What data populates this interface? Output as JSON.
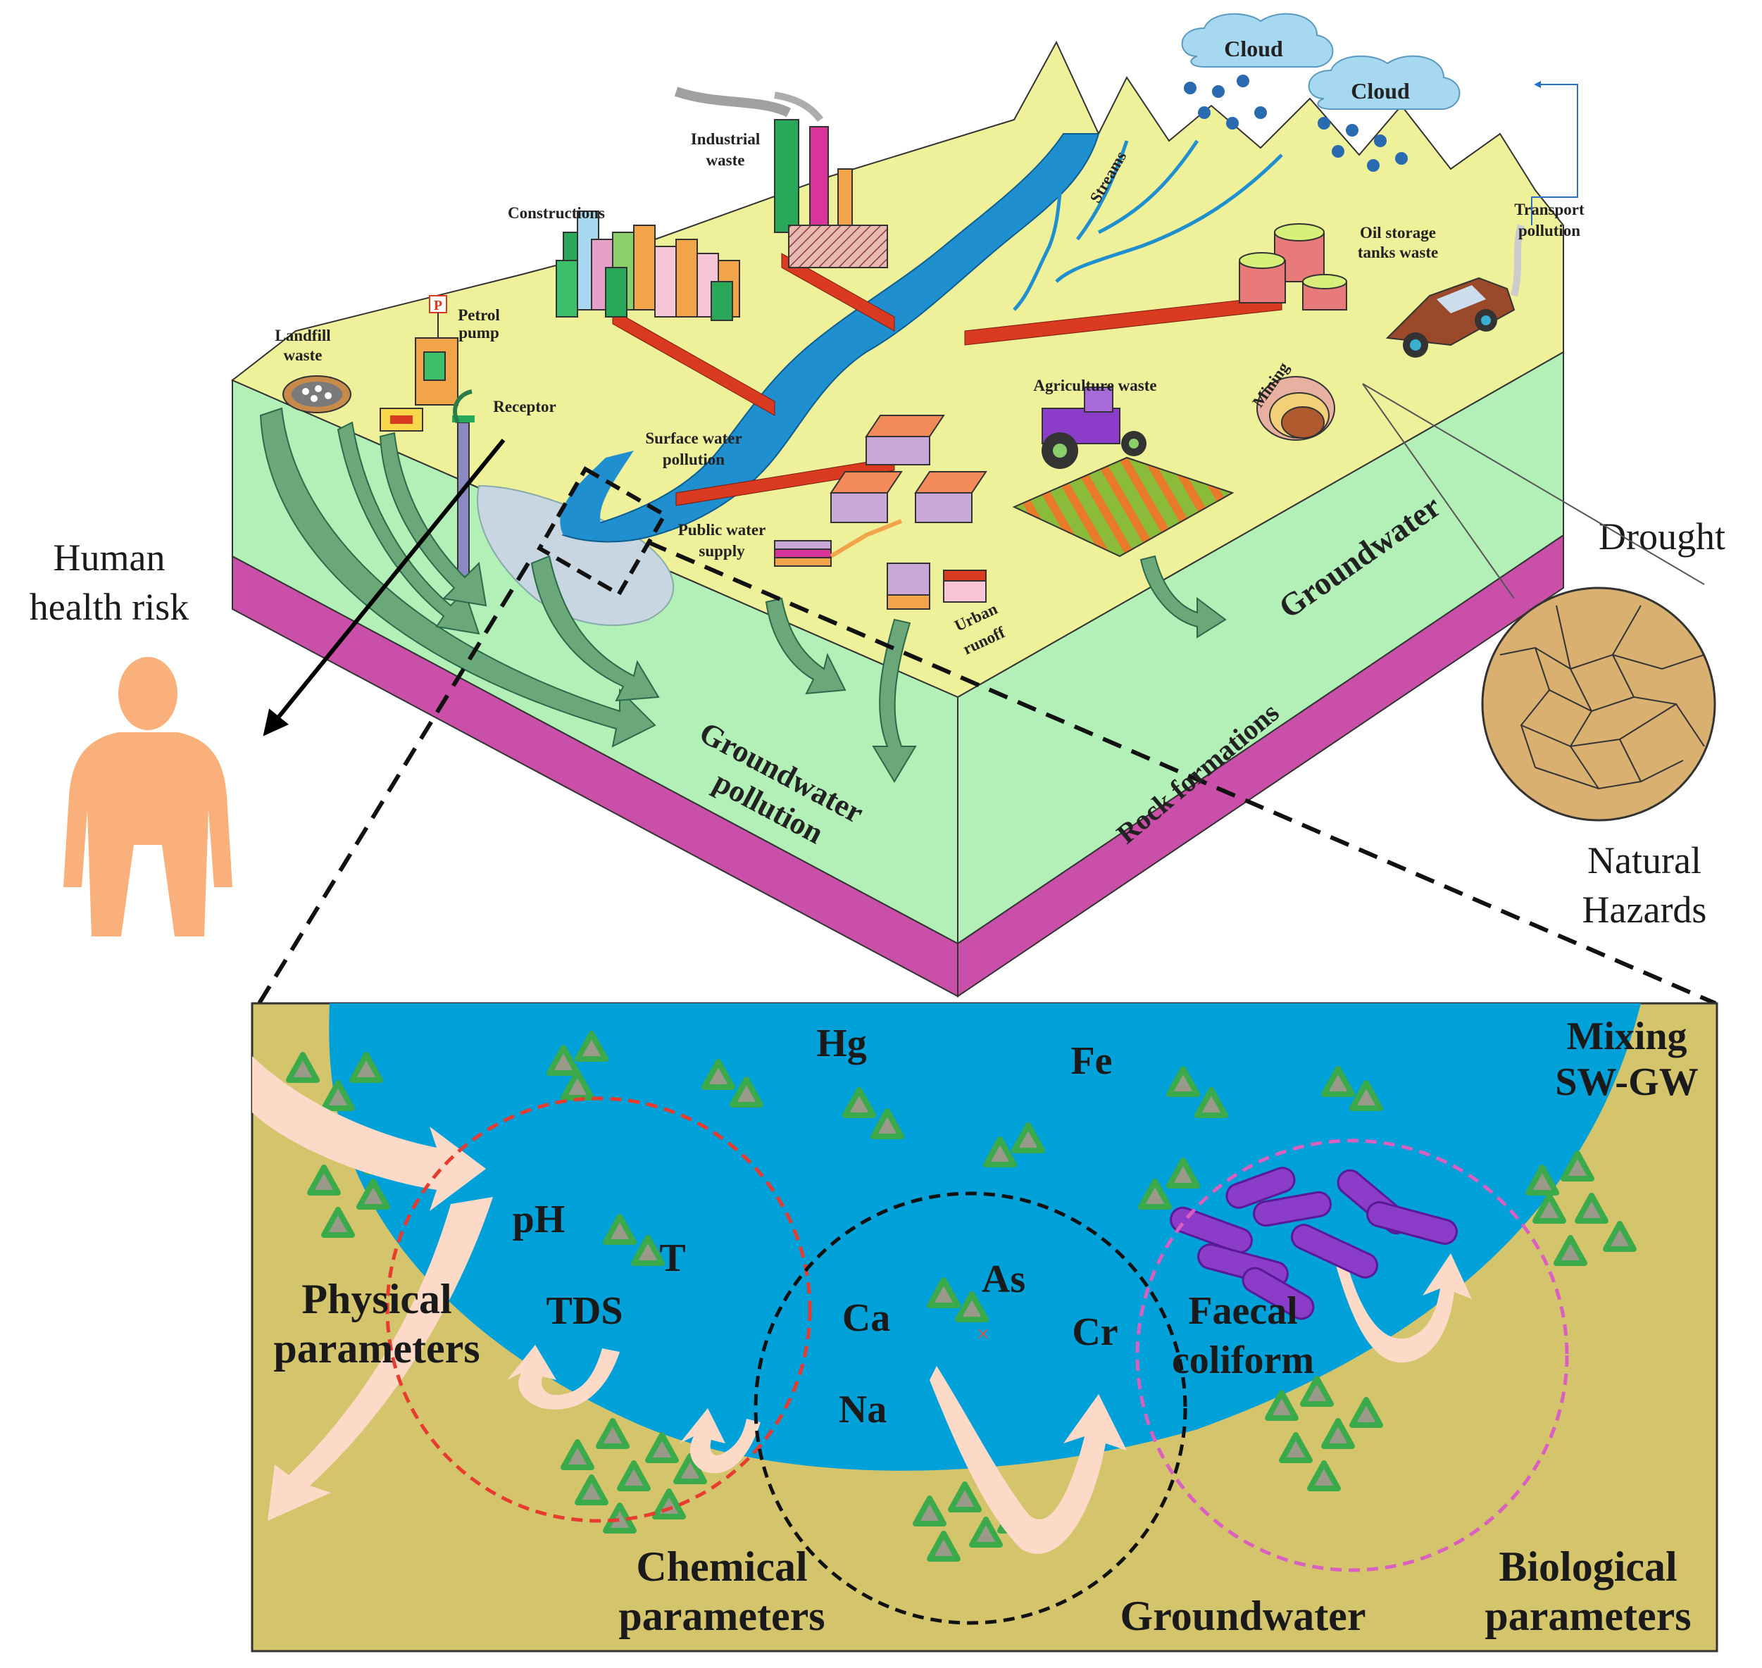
{
  "block_labels": {
    "cloud_1": "Cloud",
    "cloud_2": "Cloud",
    "industrial_waste": [
      "Industrial",
      "waste"
    ],
    "constructions": "Constructions",
    "streams": "Streams",
    "transport_pollution": [
      "Transport",
      "pollution"
    ],
    "oil_storage": [
      "Oil storage",
      "tanks waste"
    ],
    "landfill": [
      "Landfill",
      "waste"
    ],
    "petrol_pump": [
      "Petrol",
      "pump"
    ],
    "receptor": "Receptor",
    "surface_water_pollution": [
      "Surface water",
      "pollution"
    ],
    "agriculture_waste": "Agriculture waste",
    "mining": "Mining",
    "public_water_supply": [
      "Public water",
      "supply"
    ],
    "urban_runoff": [
      "Urban",
      "runoff"
    ],
    "groundwater_pollution": [
      "Groundwater",
      "pollution"
    ],
    "groundwater_side": "Groundwater",
    "rock_formations": "Rock formations",
    "pump_sign": "P"
  },
  "side_labels": {
    "human_health_risk": [
      "Human",
      "health risk"
    ],
    "drought": "Drought",
    "natural_hazards": [
      "Natural",
      "Hazards"
    ]
  },
  "zoom_labels": {
    "hg": "Hg",
    "fe": "Fe",
    "mixing": [
      "Mixing",
      "SW-GW"
    ],
    "ph": "pH",
    "t": "T",
    "tds": "TDS",
    "as": "As",
    "ca": "Ca",
    "cr": "Cr",
    "na": "Na",
    "faecal": [
      "Faecal",
      "coliform"
    ],
    "physical": [
      "Physical",
      "parameters"
    ],
    "chemical": [
      "Chemical",
      "parameters"
    ],
    "groundwater_zoom": "Groundwater",
    "biological": [
      "Biological",
      "parameters"
    ]
  },
  "colors": {
    "land_top": "#eef09a",
    "side_green": "#b2f0b8",
    "rock_magenta": "#c94fa8",
    "river_blue": "#1f8fd0",
    "zoom_water": "#00a0d8",
    "zoom_soil": "#d4c46c",
    "arrow_green": "#6aa87a",
    "arrow_pink": "#fdd9c8",
    "pipe_red": "#d93a20",
    "human": "#f9b07a",
    "drought": "#d9b070",
    "circle_red": "#e63b2e",
    "circle_black": "#111111",
    "circle_pink": "#d95fc0",
    "bacteria": "#8b3cc8"
  },
  "icons": [
    "cloud-icon",
    "rain-drop-icon",
    "factory-icon",
    "building-icon",
    "petrol-pump-icon",
    "hand-pump-icon",
    "landfill-icon",
    "house-icon",
    "tractor-icon",
    "car-icon",
    "oil-tank-icon",
    "mine-icon",
    "human-icon",
    "cracked-soil-icon",
    "bacteria-icon",
    "soil-particle-icon"
  ]
}
